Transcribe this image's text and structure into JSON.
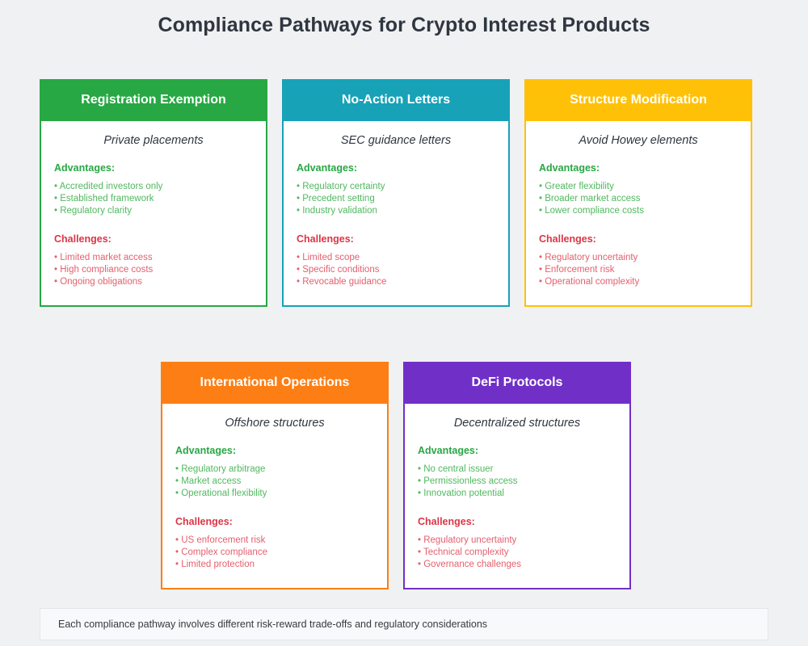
{
  "page": {
    "title": "Compliance Pathways for Crypto Interest Products",
    "background_color": "#f0f1f3"
  },
  "labels": {
    "advantages_heading": "Advantages:",
    "challenges_heading": "Challenges:"
  },
  "colors": {
    "advantages_heading": "#28a745",
    "advantages_items": "#51b85f",
    "challenges_heading": "#dc3545",
    "challenges_items": "#e4606d",
    "title_text": "#2f3640"
  },
  "cards": [
    {
      "title": "Registration Exemption",
      "subtitle": "Private placements",
      "header_color": "#27a844",
      "border_color": "#27a844",
      "advantages": [
        "Accredited investors only",
        "Established framework",
        "Regulatory clarity"
      ],
      "challenges": [
        "Limited market access",
        "High compliance costs",
        "Ongoing obligations"
      ]
    },
    {
      "title": "No-Action Letters",
      "subtitle": "SEC guidance letters",
      "header_color": "#17a2b8",
      "border_color": "#17a2b8",
      "advantages": [
        "Regulatory certainty",
        "Precedent setting",
        "Industry validation"
      ],
      "challenges": [
        "Limited scope",
        "Specific conditions",
        "Revocable guidance"
      ]
    },
    {
      "title": "Structure Modification",
      "subtitle": "Avoid Howey elements",
      "header_color": "#ffc107",
      "border_color": "#ffc107",
      "advantages": [
        "Greater flexibility",
        "Broader market access",
        "Lower compliance costs"
      ],
      "challenges": [
        "Regulatory uncertainty",
        "Enforcement risk",
        "Operational complexity"
      ]
    },
    {
      "title": "International Operations",
      "subtitle": "Offshore structures",
      "header_color": "#fd7e14",
      "border_color": "#fd7e14",
      "advantages": [
        "Regulatory arbitrage",
        "Market access",
        "Operational flexibility"
      ],
      "challenges": [
        "US enforcement risk",
        "Complex compliance",
        "Limited protection"
      ]
    },
    {
      "title": "DeFi Protocols",
      "subtitle": "Decentralized structures",
      "header_color": "#7030c8",
      "border_color": "#7030c8",
      "advantages": [
        "No central issuer",
        "Permissionless access",
        "Innovation potential"
      ],
      "challenges": [
        "Regulatory uncertainty",
        "Technical complexity",
        "Governance challenges"
      ]
    }
  ],
  "footer": {
    "note": "Each compliance pathway involves different risk-reward trade-offs and regulatory considerations"
  }
}
